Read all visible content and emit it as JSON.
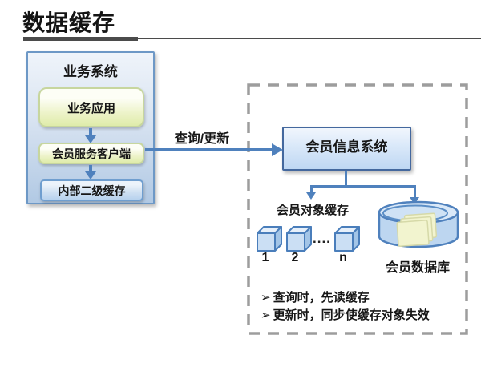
{
  "title": "数据缓存",
  "business_system": {
    "title": "业务系统",
    "app_label": "业务应用",
    "client_label": "会员服务客户端",
    "l2_cache_label": "内部二级缓存"
  },
  "flow": {
    "query_update_label": "查询/更新"
  },
  "member_system": {
    "title": "会员信息系统",
    "object_cache": {
      "label": "会员对象缓存",
      "cubes": [
        "1",
        "2",
        "n"
      ],
      "ellipsis": "...."
    },
    "database_label": "会员数据库",
    "notes": [
      {
        "bullet": "➢",
        "text": "查询时，先读缓存"
      },
      {
        "bullet": "➢",
        "text": "更新时，同步使缓存对象失效"
      }
    ]
  },
  "colors": {
    "arrow_blue": "#4f81bd",
    "panel_border_blue": "#6d98c6",
    "mis_border_blue": "#44689e",
    "dashed_gray": "#9d9d9d",
    "yellow_node_fill": "#e7f0bd",
    "blue_node_fill": "#cfe0f2",
    "cube_fill": "#cbdff4",
    "document_fill": "#f2f4cf",
    "rule_gray": "#4b4b4b"
  }
}
